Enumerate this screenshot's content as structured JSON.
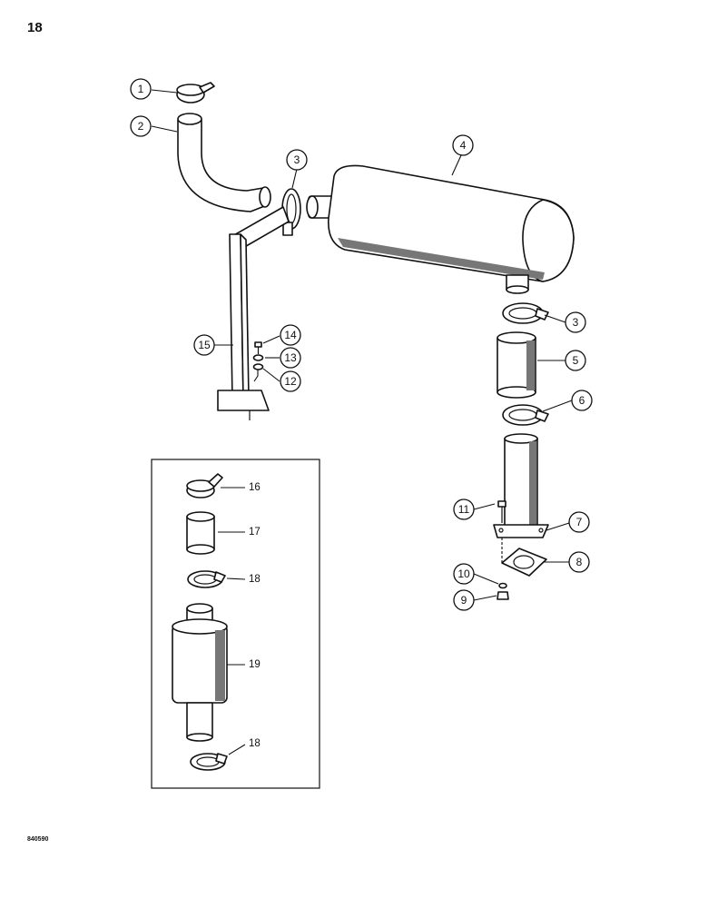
{
  "page": {
    "number": "18",
    "drawing_code": "840590"
  },
  "callouts": [
    {
      "id": "c1",
      "label": "1"
    },
    {
      "id": "c2",
      "label": "2"
    },
    {
      "id": "c3a",
      "label": "3"
    },
    {
      "id": "c4",
      "label": "4"
    },
    {
      "id": "c3b",
      "label": "3"
    },
    {
      "id": "c5",
      "label": "5"
    },
    {
      "id": "c6",
      "label": "6"
    },
    {
      "id": "c7",
      "label": "7"
    },
    {
      "id": "c8",
      "label": "8"
    },
    {
      "id": "c9",
      "label": "9"
    },
    {
      "id": "c10",
      "label": "10"
    },
    {
      "id": "c11",
      "label": "11"
    },
    {
      "id": "c12",
      "label": "12"
    },
    {
      "id": "c13",
      "label": "13"
    },
    {
      "id": "c14",
      "label": "14"
    },
    {
      "id": "c15",
      "label": "15"
    }
  ],
  "inset_labels": [
    {
      "id": "l16",
      "label": "16"
    },
    {
      "id": "l17",
      "label": "17"
    },
    {
      "id": "l18a",
      "label": "18"
    },
    {
      "id": "l19",
      "label": "19"
    },
    {
      "id": "l18b",
      "label": "18"
    }
  ]
}
